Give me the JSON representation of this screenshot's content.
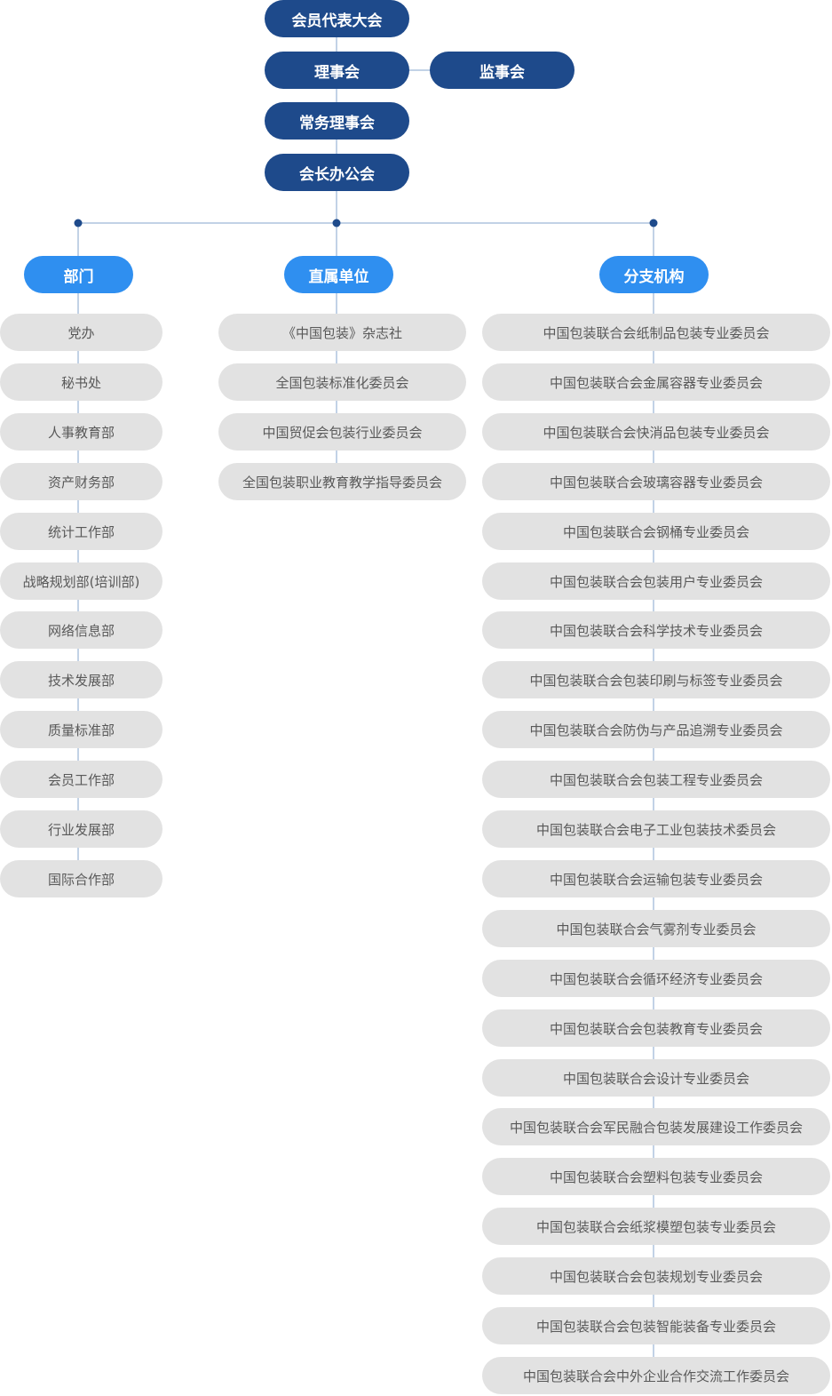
{
  "top": {
    "assembly": "会员代表大会",
    "council": "理事会",
    "supervisors": "监事会",
    "standing_council": "常务理事会",
    "president_office": "会长办公会"
  },
  "columns": {
    "departments": {
      "title": "部门",
      "items": [
        "党办",
        "秘书处",
        "人事教育部",
        "资产财务部",
        "统计工作部",
        "战略规划部(培训部)",
        "网络信息部",
        "技术发展部",
        "质量标准部",
        "会员工作部",
        "行业发展部",
        "国际合作部"
      ]
    },
    "affiliates": {
      "title": "直属单位",
      "items": [
        "《中国包装》杂志社",
        "全国包装标准化委员会",
        "中国贸促会包装行业委员会",
        "全国包装职业教育教学指导委员会"
      ]
    },
    "branches": {
      "title": "分支机构",
      "items": [
        "中国包装联合会纸制品包装专业委员会",
        "中国包装联合会金属容器专业委员会",
        "中国包装联合会快消品包装专业委员会",
        "中国包装联合会玻璃容器专业委员会",
        "中国包装联合会钢桶专业委员会",
        "中国包装联合会包装用户专业委员会",
        "中国包装联合会科学技术专业委员会",
        "中国包装联合会包装印刷与标签专业委员会",
        "中国包装联合会防伪与产品追溯专业委员会",
        "中国包装联合会包装工程专业委员会",
        "中国包装联合会电子工业包装技术委员会",
        "中国包装联合会运输包装专业委员会",
        "中国包装联合会气雾剂专业委员会",
        "中国包装联合会循环经济专业委员会",
        "中国包装联合会包装教育专业委员会",
        "中国包装联合会设计专业委员会",
        "中国包装联合会军民融合包装发展建设工作委员会",
        "中国包装联合会塑料包装专业委员会",
        "中国包装联合会纸浆模塑包装专业委员会",
        "中国包装联合会包装规划专业委员会",
        "中国包装联合会包装智能装备专业委员会",
        "中国包装联合会中外企业合作交流工作委员会"
      ]
    }
  },
  "colors": {
    "top_node": "#1e4a8b",
    "column_head": "#2f8ff0",
    "item_bg": "#e2e2e2",
    "item_text": "#595959",
    "connector": "#aec4dd",
    "dot": "#1e4a8b"
  }
}
